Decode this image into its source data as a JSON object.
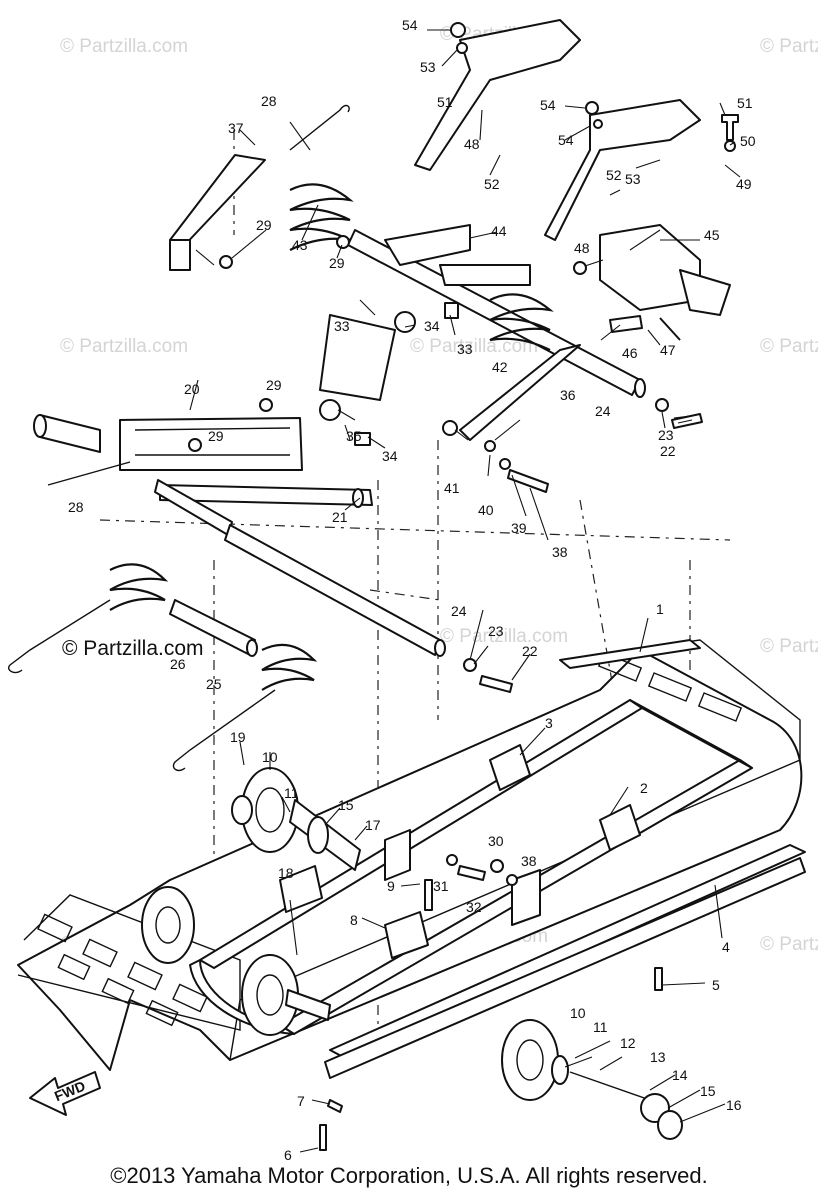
{
  "watermark_text": "© Partzilla.com",
  "watermark_dark": "© Partzilla.com",
  "fwd_label": "FWD",
  "copyright": "©2013 Yamaha Motor Corporation, U.S.A. All rights reserved.",
  "callouts": [
    "1",
    "2",
    "3",
    "4",
    "5",
    "6",
    "7",
    "8",
    "9",
    "10",
    "10",
    "11",
    "11",
    "12",
    "13",
    "14",
    "15",
    "15",
    "16",
    "17",
    "18",
    "19",
    "20",
    "21",
    "22",
    "22",
    "23",
    "23",
    "24",
    "24",
    "25",
    "26",
    "28",
    "28",
    "29",
    "29",
    "29",
    "29",
    "30",
    "31",
    "32",
    "33",
    "33",
    "34",
    "34",
    "35",
    "36",
    "37",
    "38",
    "38",
    "39",
    "40",
    "41",
    "42",
    "43",
    "44",
    "45",
    "46",
    "47",
    "48",
    "48",
    "49",
    "50",
    "51",
    "51",
    "52",
    "52",
    "53",
    "53",
    "54",
    "54"
  ]
}
